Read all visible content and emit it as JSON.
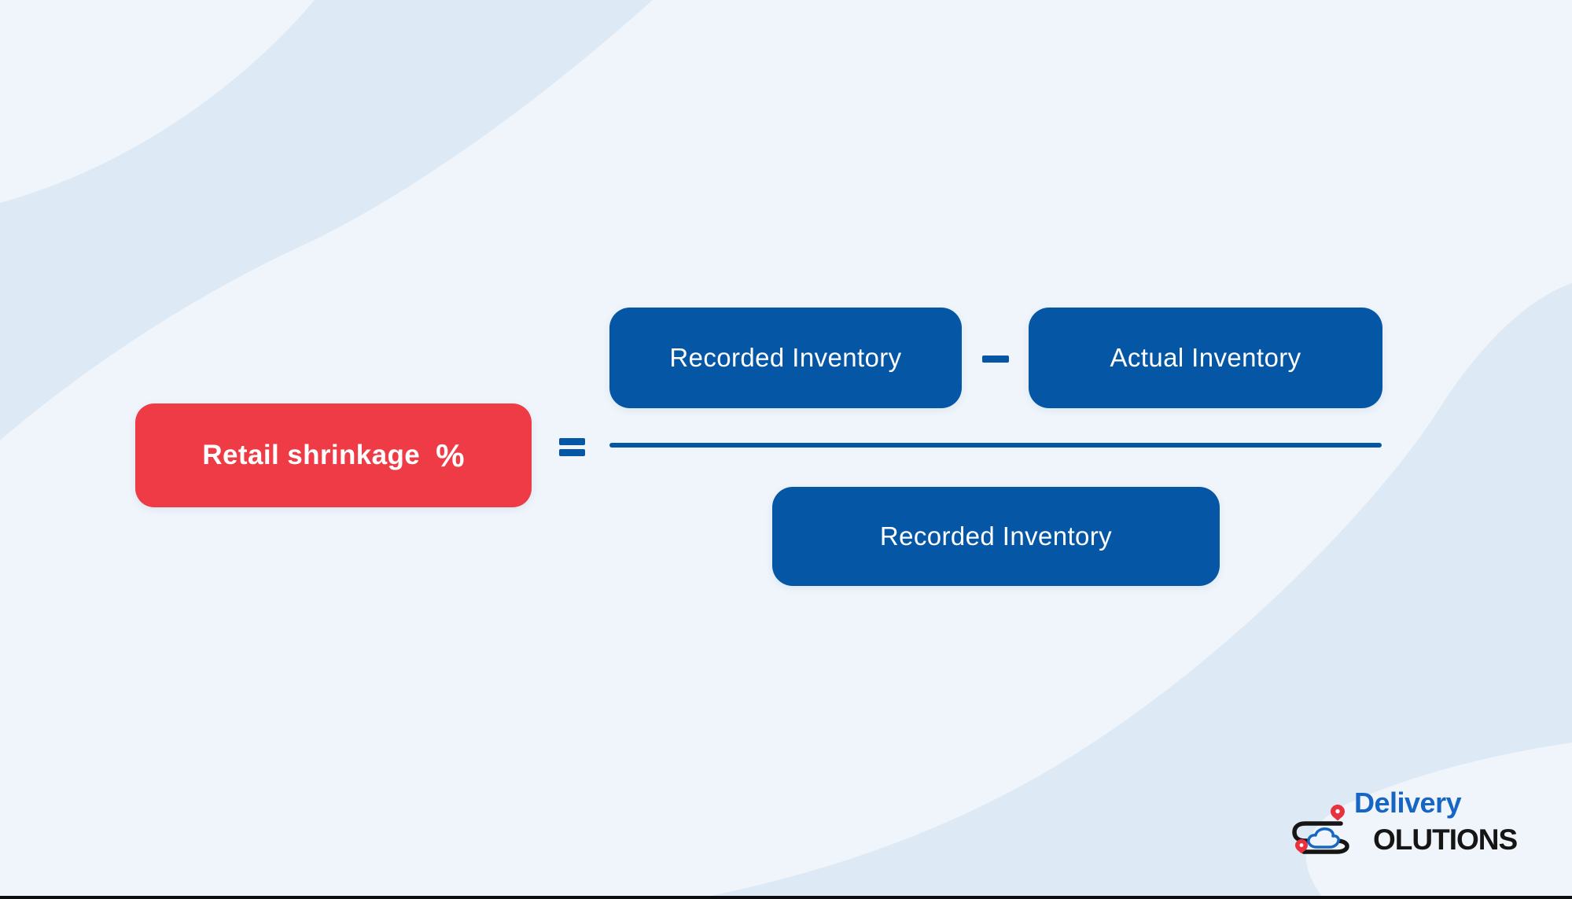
{
  "formula": {
    "result_label": "Retail shrinkage",
    "percent_symbol": "%",
    "equals_symbol": "=",
    "minus_symbol": "−",
    "numerator_left_label": "Recorded Inventory",
    "numerator_right_label": "Actual Inventory",
    "denominator_label": "Recorded Inventory"
  },
  "logo": {
    "word_top": "Delivery",
    "word_bottom_rest": "OLUTIONS"
  },
  "colors": {
    "background": "#eff5fb",
    "wave": "#dde9f4",
    "red": "#ef3b45",
    "blue": "#0557a6",
    "logo_blue": "#1766c4",
    "logo_black": "#151515",
    "pin_red": "#e8333e",
    "white": "#ffffff"
  }
}
